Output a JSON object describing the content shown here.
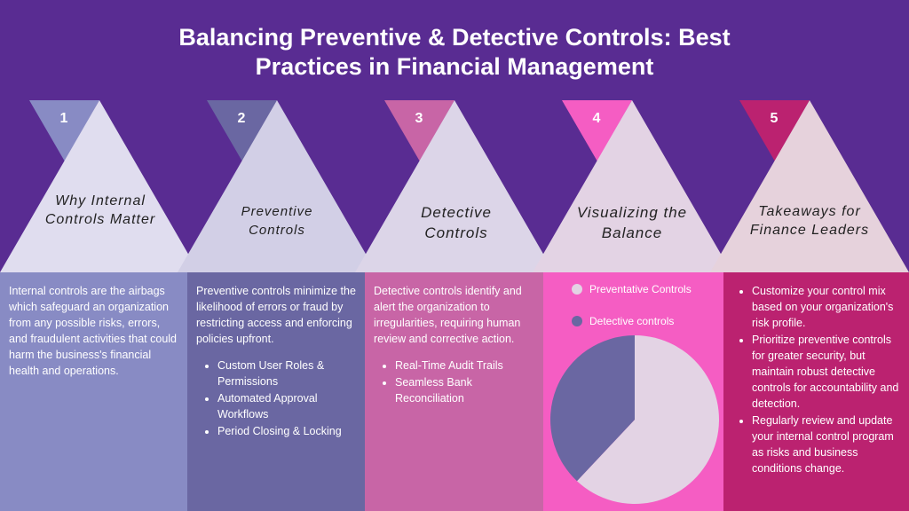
{
  "title_line1": "Balancing Preventive & Detective Controls: Best",
  "title_line2": "Practices in Financial Management",
  "steps": [
    {
      "num": "1",
      "title1": "Why Internal",
      "title2": "Controls Matter",
      "color": "#888bc4",
      "tri": "#e0ddef",
      "text": "Internal controls are the airbags which safeguard an organization from any possible risks, errors, and fraudulent activities that could harm the business's financial health and operations."
    },
    {
      "num": "2",
      "title1": "Preventive",
      "title2": "Controls",
      "color": "#6a67a2",
      "tri": "#d2cfe6",
      "text": "Preventive controls minimize the likelihood of errors or fraud by restricting access and enforcing policies upfront.",
      "bullets": [
        "Custom User Roles & Permissions",
        "Automated Approval Workflows",
        "Period Closing & Locking"
      ]
    },
    {
      "num": "3",
      "title1": "Detective",
      "title2": "Controls",
      "color": "#c865a6",
      "tri": "#dcd5e8",
      "text": "Detective controls identify and alert the organization to irregularities, requiring human review and corrective action.",
      "bullets": [
        "Real-Time Audit Trails",
        "Seamless Bank Reconciliation"
      ]
    },
    {
      "num": "4",
      "title1": "Visualizing the",
      "title2": "Balance",
      "color": "#f55dc3",
      "tri": "#e3d3e4"
    },
    {
      "num": "5",
      "title1": "Takeaways for",
      "title2": "Finance Leaders",
      "color": "#bb2270",
      "tri": "#e6d2dc",
      "bullets": [
        "Customize your control mix based on your organization's risk profile.",
        "Prioritize preventive controls for greater security, but maintain robust detective controls for accountability and detection.",
        "Regularly review and update your internal control program as risks and business conditions change."
      ]
    }
  ],
  "chart_data": {
    "type": "pie",
    "categories": [
      "Preventative Controls",
      "Detective controls"
    ],
    "values": [
      62,
      38
    ],
    "colors": [
      "#e3d3e4",
      "#6a67a2"
    ]
  }
}
